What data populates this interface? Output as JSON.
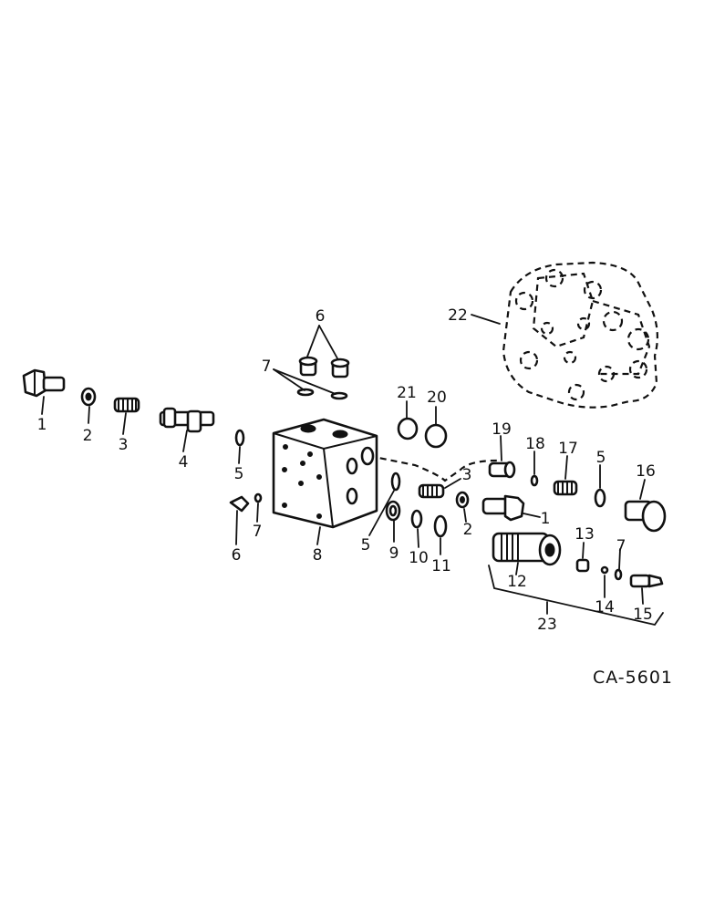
{
  "drawing_code": "CA-5601",
  "callouts": {
    "c1a": "1",
    "c2a": "2",
    "c3a": "3",
    "c4": "4",
    "c5a": "5",
    "c5b": "5",
    "c5c": "5",
    "c6a": "6",
    "c6b": "6",
    "c7a": "7",
    "c7b": "7",
    "c7c": "7",
    "c8": "8",
    "c9": "9",
    "c10": "10",
    "c11": "11",
    "c1b": "1",
    "c2b": "2",
    "c3b": "3",
    "c12": "12",
    "c13": "13",
    "c14": "14",
    "c15": "15",
    "c16": "16",
    "c17": "17",
    "c18": "18",
    "c19": "19",
    "c20": "20",
    "c21": "21",
    "c22": "22",
    "c23": "23"
  }
}
